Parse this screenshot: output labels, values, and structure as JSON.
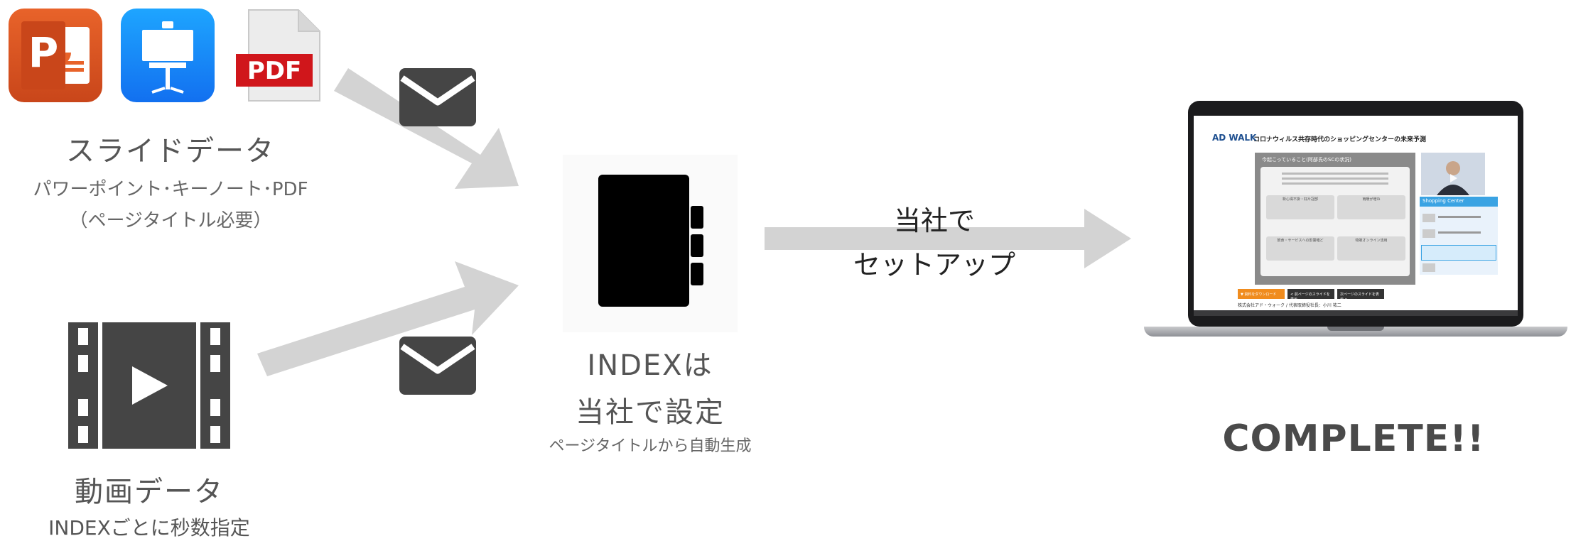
{
  "left_top": {
    "icons": [
      {
        "name": "powerpoint-icon",
        "letter": "P"
      },
      {
        "name": "keynote-icon"
      },
      {
        "name": "pdf-icon",
        "text": "PDF"
      }
    ],
    "title": "スライドデータ",
    "subtitle_1": "パワーポイント･キーノート･PDF",
    "subtitle_2": "（ページタイトル必要）"
  },
  "left_bottom": {
    "icon": "video-film-icon",
    "title": "動画データ",
    "subtitle": "INDEXごとに秒数指定"
  },
  "center": {
    "icon": "index-binder-icon",
    "title_1": "INDEXは",
    "title_2": "当社で設定",
    "subtitle": "ページタイトルから自動生成"
  },
  "middle_arrow": {
    "line_1": "当社で",
    "line_2": "セットアップ"
  },
  "right": {
    "result": "COMPLETE!!",
    "laptop_screen": {
      "logo": "AD WALK",
      "page_title": "コロナウィルス共存時代のショッピングセンターの未来予測",
      "slide_heading": "今起こっていること(阿部氏のSCの状況)",
      "boxes": [
        "新心得不掛・好片冠部",
        "雨暖が増ね",
        "飲食・サービスへの影響確ど",
        "物販オンライン活用"
      ],
      "side_header": "Shopping Center",
      "buttons": [
        "▼ 資料をダウンロード",
        "< 前ページのスライドを表示",
        "次ページのスライドを表示 >"
      ],
      "footer_text": "株式会社アド・ウォーク / 代表取締役社長：小川 祐二"
    }
  },
  "colors": {
    "arrow": "#d3d3d3",
    "envelope": "#454545",
    "text": "#555555",
    "ppt": "#d24726",
    "keynote": "#1a8cf5",
    "pdf_red": "#d0161b"
  }
}
